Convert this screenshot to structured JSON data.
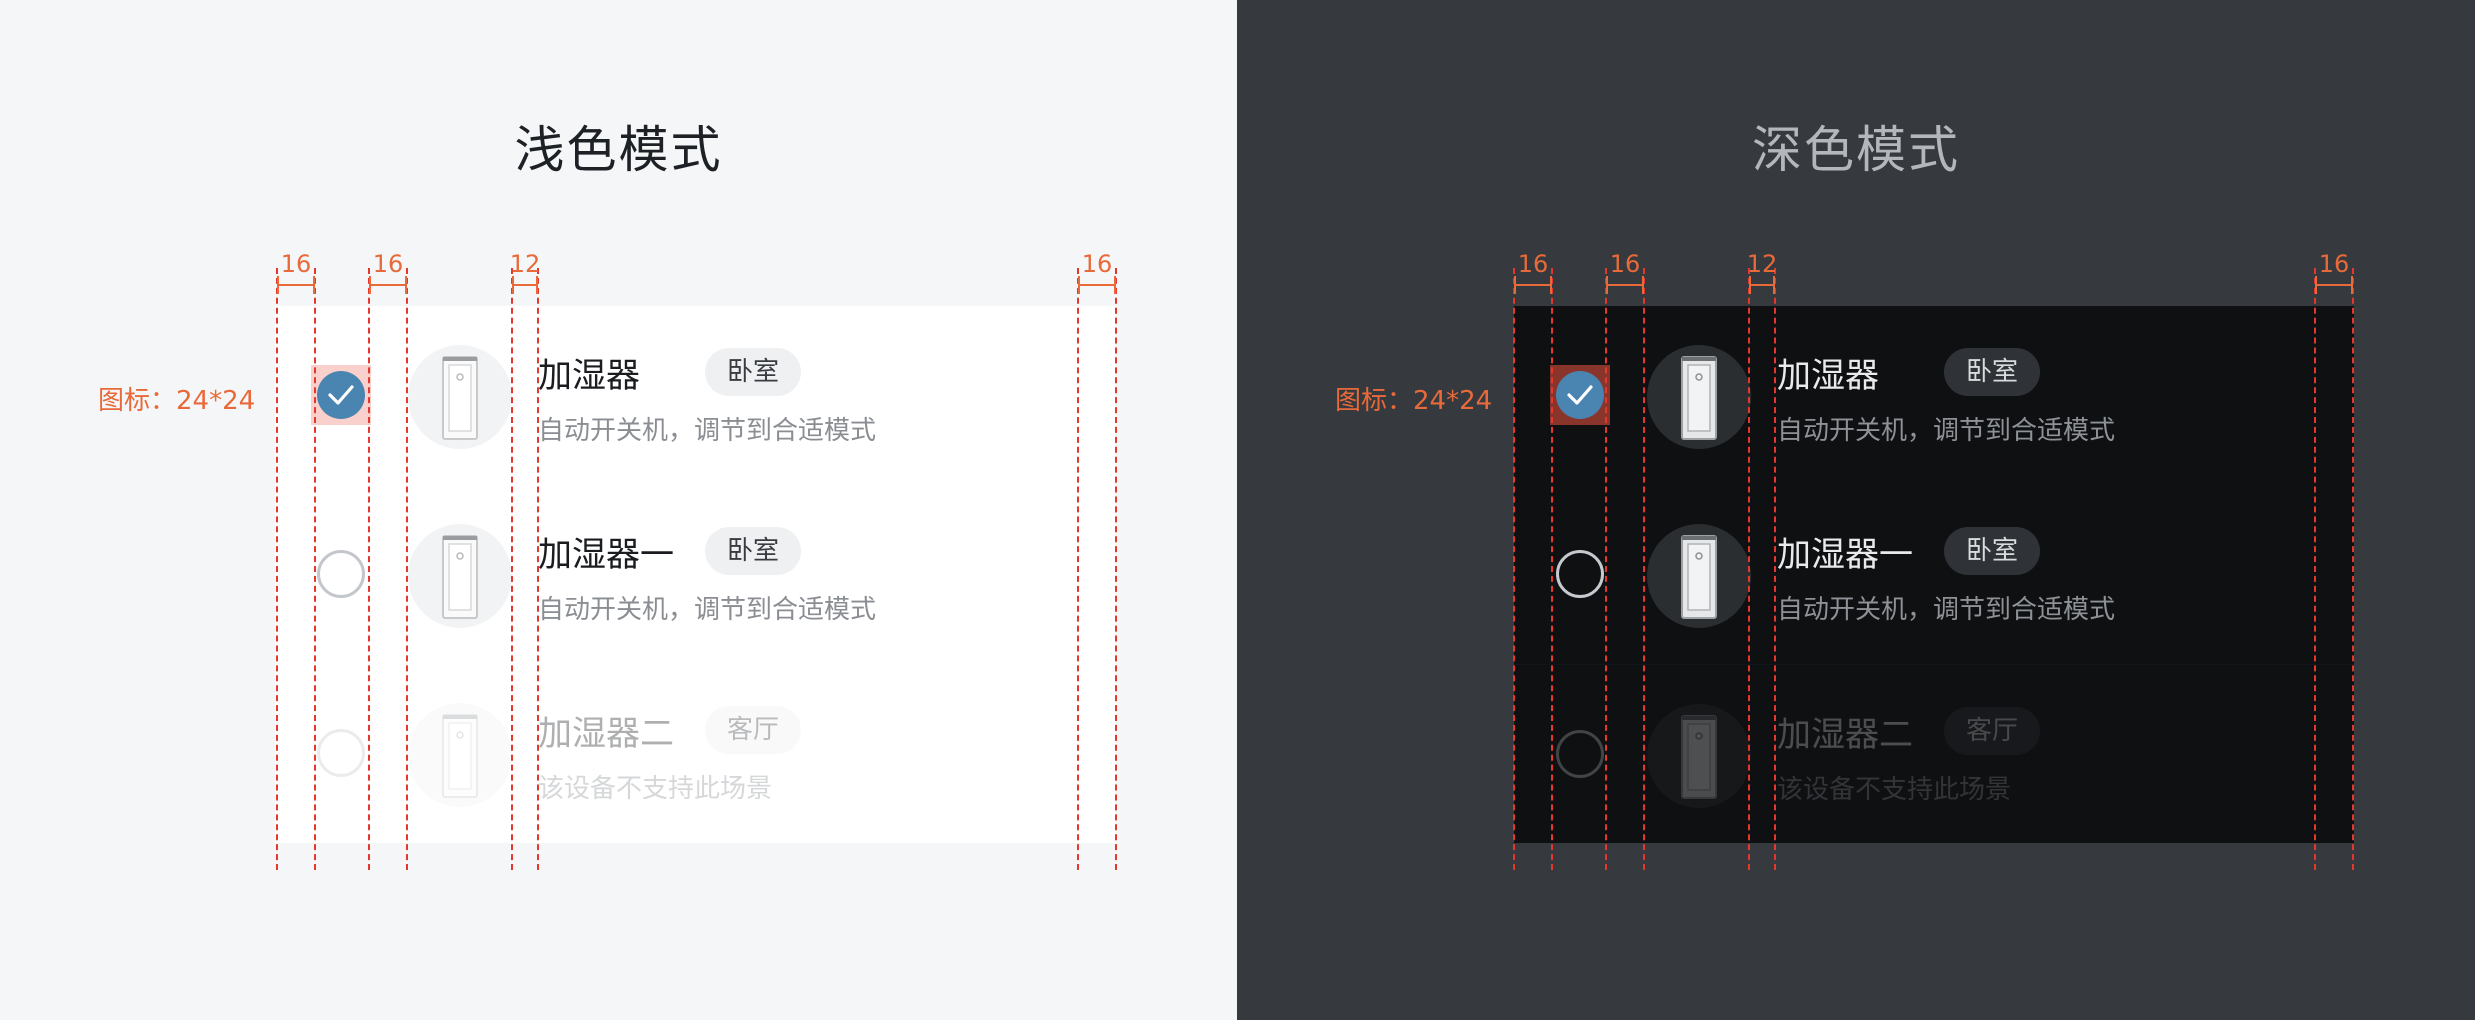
{
  "light": {
    "title": "浅色模式",
    "icon_note": "图标：24*24",
    "measures": [
      "16",
      "16",
      "12",
      "16"
    ],
    "rows": [
      {
        "name": "加湿器",
        "tag": "卧室",
        "desc": "自动开关机，调节到合适模式",
        "checked": true,
        "disabled": false
      },
      {
        "name": "加湿器一",
        "tag": "卧室",
        "desc": "自动开关机，调节到合适模式",
        "checked": false,
        "disabled": false
      },
      {
        "name": "加湿器二",
        "tag": "客厅",
        "desc": "该设备不支持此场景",
        "checked": false,
        "disabled": true
      }
    ]
  },
  "dark": {
    "title": "深色模式",
    "icon_note": "图标：24*24",
    "measures": [
      "16",
      "16",
      "12",
      "16"
    ],
    "rows": [
      {
        "name": "加湿器",
        "tag": "卧室",
        "desc": "自动开关机，调节到合适模式",
        "checked": true,
        "disabled": false
      },
      {
        "name": "加湿器一",
        "tag": "卧室",
        "desc": "自动开关机，调节到合适模式",
        "checked": false,
        "disabled": false
      },
      {
        "name": "加湿器二",
        "tag": "客厅",
        "desc": "该设备不支持此场景",
        "checked": false,
        "disabled": true
      }
    ]
  },
  "colors": {
    "accent_check": "#4a84b0",
    "annotation": "#e86a3a",
    "guide_line": "#e5372b",
    "light_bg": "#f4f6f8",
    "dark_bg": "#363a3f"
  },
  "icons": {
    "check": "check-icon",
    "device": "humidifier-icon"
  }
}
